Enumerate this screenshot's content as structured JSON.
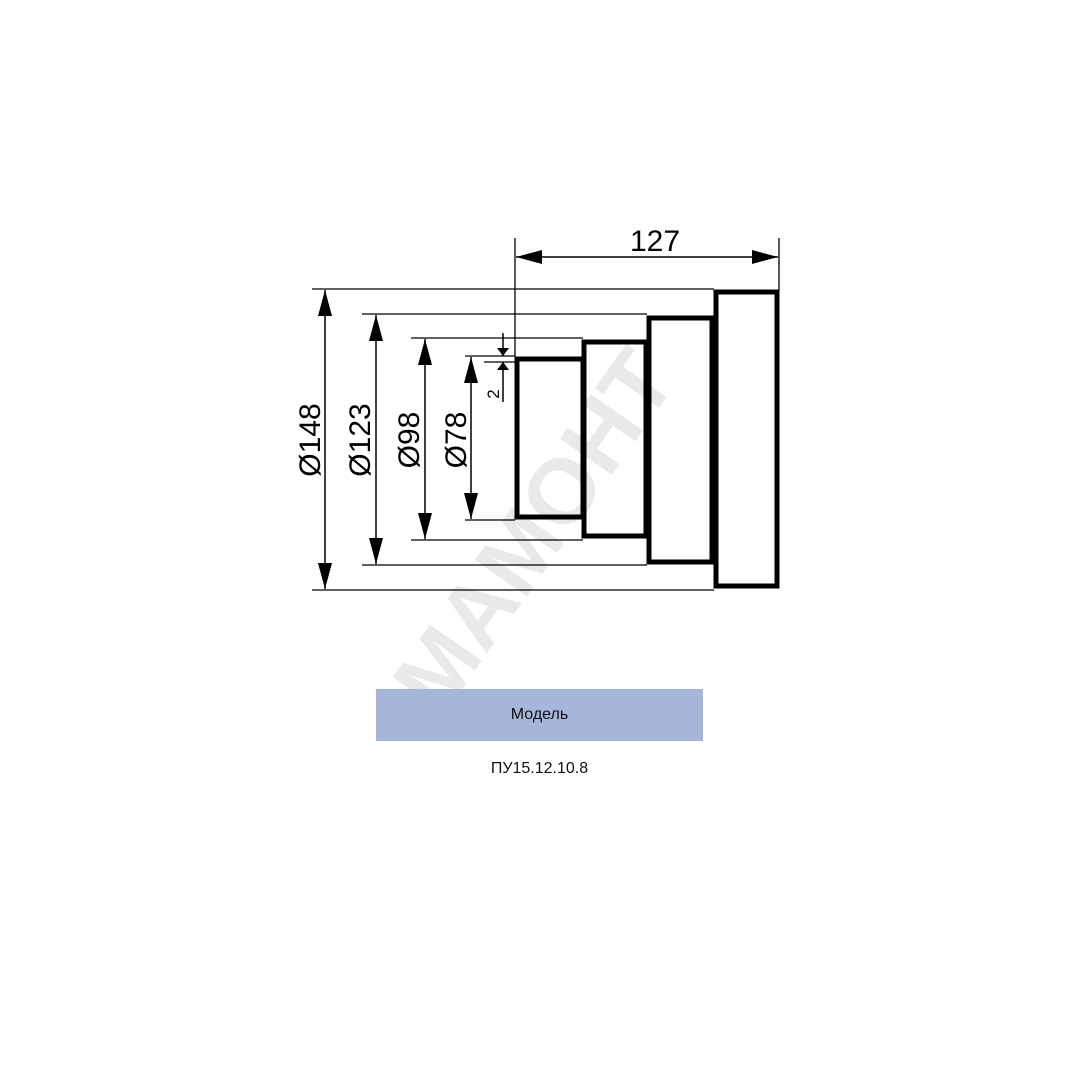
{
  "drawing": {
    "watermark": "МАМОНТ",
    "length_label": "127",
    "wall_label": "2",
    "diameters": [
      "Ø148",
      "Ø123",
      "Ø98",
      "Ø78"
    ]
  },
  "table": {
    "header": "Модель",
    "header_color": "#a8b5db",
    "value": "ПУ15.12.10.8"
  }
}
